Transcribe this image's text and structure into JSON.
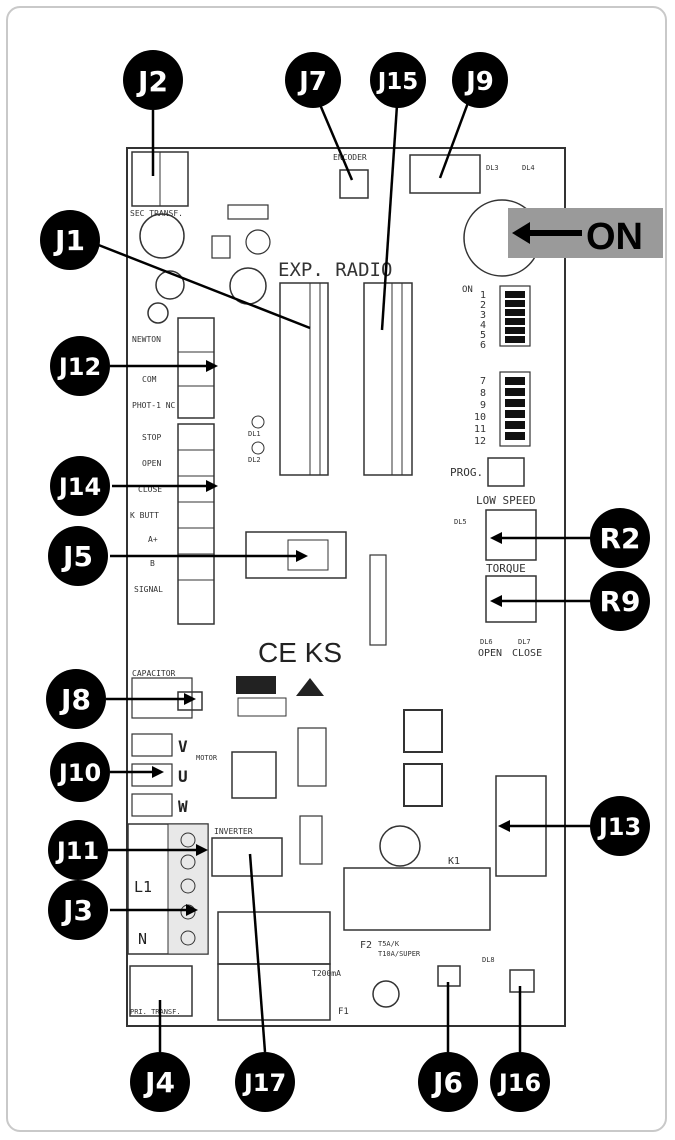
{
  "callouts": {
    "J1": "J1",
    "J2": "J2",
    "J3": "J3",
    "J4": "J4",
    "J5": "J5",
    "J6": "J6",
    "J7": "J7",
    "J8": "J8",
    "J9": "J9",
    "J10": "J10",
    "J11": "J11",
    "J12": "J12",
    "J13": "J13",
    "J14": "J14",
    "J15": "J15",
    "J16": "J16",
    "J17": "J17",
    "R2": "R2",
    "R9": "R9"
  },
  "on_label": "ON",
  "board": {
    "exp_radio": "EXP. RADIO",
    "ce_ks": "CE KS",
    "prog": "PROG.",
    "low_speed": "LOW SPEED",
    "torque": "TORQUE",
    "open": "OPEN",
    "close": "CLOSE",
    "inverter": "INVERTER",
    "capacitor": "CAPACITOR",
    "pri_transf": "PRI. TRANSF.",
    "sec_transf": "SEC TRANSF.",
    "encoder": "ENCODER",
    "motor": "MOTOR",
    "fuse_f1": "F1",
    "fuse_rating": "T200mA",
    "f2": "F2",
    "k1": "K1",
    "t5a": "T5A/K",
    "t10a": "T10A/SUPER",
    "on_small": "ON",
    "terminal_labels": [
      "NEWTON",
      "COM",
      "PHOT-1 NC",
      "STOP",
      "OPEN",
      "CLOSE",
      "K BUTT",
      "A+",
      "B",
      "SIGNAL"
    ],
    "phase_labels": [
      "V",
      "U",
      "W"
    ],
    "mains_labels": [
      "L1",
      "N"
    ],
    "dip_numbers": [
      "1",
      "2",
      "3",
      "4",
      "5",
      "6",
      "7",
      "8",
      "9",
      "10",
      "11",
      "12"
    ],
    "led_labels": [
      "DL1",
      "DL2",
      "DL3",
      "DL4",
      "DL5",
      "DL6",
      "DL7",
      "DL8"
    ]
  }
}
